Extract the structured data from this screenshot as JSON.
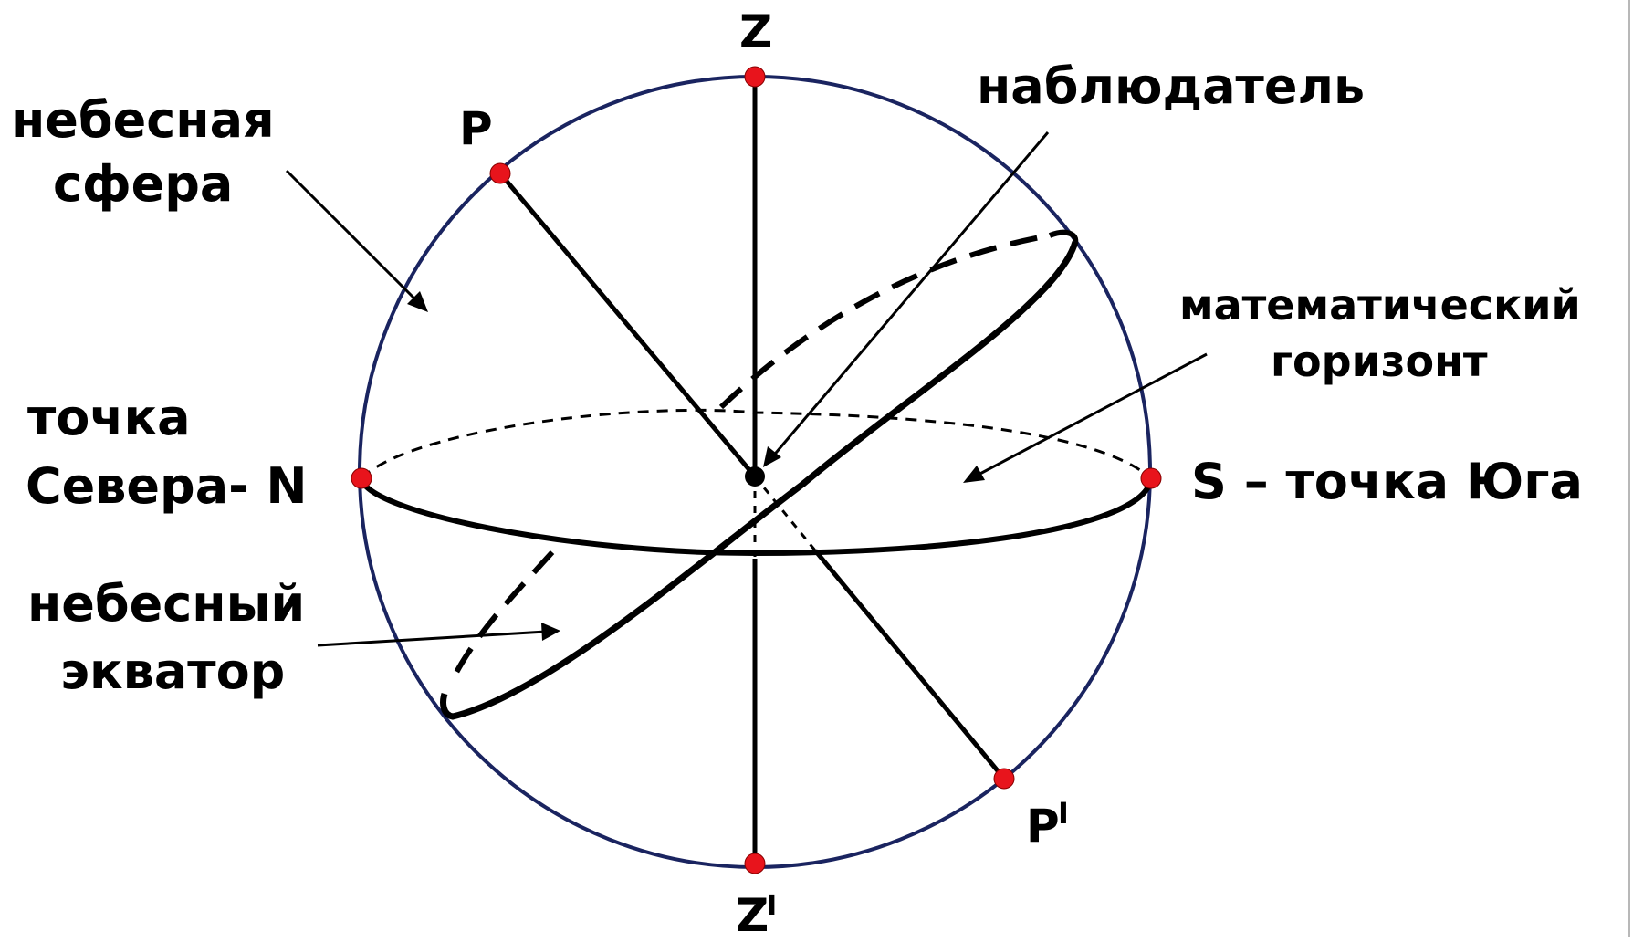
{
  "labels": {
    "sphere_line1": "небесная",
    "sphere_line2": "сфера",
    "north_line1": "точка",
    "north_line2": "Севера- N",
    "equator_line1": "небесный",
    "equator_line2": "экватор",
    "observer": "наблюдатель",
    "horizon_line1": "математический",
    "horizon_line2": "горизонт",
    "south": "S – точка Юга"
  },
  "points": {
    "zenith": "Z",
    "nadir": "Z",
    "nadir_mark": "I",
    "pole_north": "P",
    "pole_south": "P",
    "pole_south_mark": "I"
  },
  "colors": {
    "sphere_outline": "#1a2460",
    "point_fill": "#e8141c",
    "lines": "#000000"
  }
}
